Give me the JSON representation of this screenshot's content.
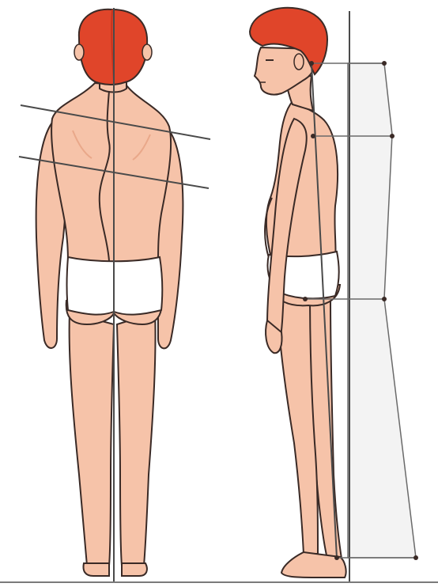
{
  "figure": {
    "description_text": "",
    "colors": {
      "background": "#ffffff",
      "skin": "#f6c3a9",
      "skin_shadow": "#e9a88a",
      "hair": "#e0452a",
      "hair_dark": "#c8331c",
      "underwear": "#ffffff",
      "outline": "#3a2a26",
      "guide_line": "#4a4a4a",
      "wall": "#f3f3f3",
      "floor": "#7a7a7a"
    },
    "views": [
      {
        "id": "back-view",
        "icon": "human-figure-back"
      },
      {
        "id": "side-view",
        "icon": "human-figure-side"
      }
    ],
    "annotations": {
      "back_view_tilt_lines": 2,
      "back_view_plumb_line": true,
      "side_view_plumb_line": true,
      "side_view_wall_marker_points": 4
    }
  }
}
